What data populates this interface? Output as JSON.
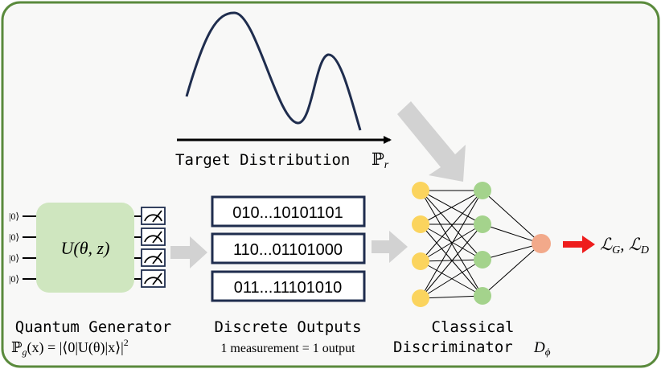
{
  "colors": {
    "frame": "#5a8a3c",
    "background": "#f8f8f7",
    "curve": "#1f2d4e",
    "generator_fill": "#cfe6bf",
    "output_border": "#1f2d4e",
    "gray_arrow": "#d2d2d2",
    "input_node": "#fbd45e",
    "hidden_node": "#a4d38c",
    "output_node": "#f2a98a",
    "loss_arrow": "#ee1d1d"
  },
  "target": {
    "label": "Target Distribution",
    "symbol": "ℙ",
    "symbol_sub": "r"
  },
  "generator": {
    "operator": "U(θ, z)",
    "qubits": [
      "|0⟩",
      "|0⟩",
      "|0⟩",
      "|0⟩"
    ],
    "meter_icon": "measurement-meter-icon",
    "title": "Quantum Generator",
    "formula": "ℙ",
    "formula_sub": "g",
    "formula_rest": "(x) = |⟨0|U(θ)|x⟩|",
    "formula_sup": "2"
  },
  "outputs": {
    "strings": [
      "010...10101101",
      "110...01101000",
      "011...11101010"
    ],
    "title": "Discrete Outputs",
    "caption": "1 measurement = 1 output"
  },
  "discriminator": {
    "title_line1": "Classical",
    "title_line2": "Discriminator",
    "symbol": "D",
    "symbol_sub": "ϕ"
  },
  "loss": {
    "symbol": "ℒ",
    "sub_g": "G",
    "separator": ", ",
    "sub_d": "D"
  }
}
